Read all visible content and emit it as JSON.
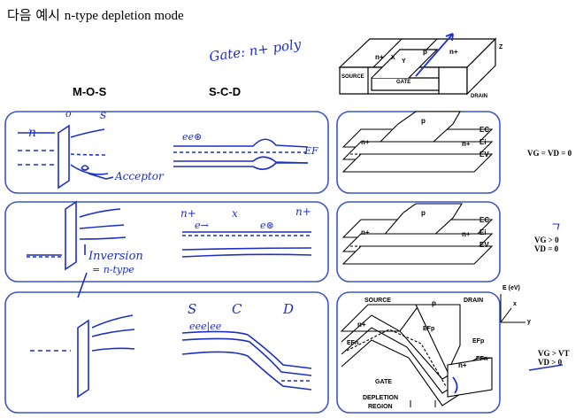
{
  "title": {
    "korean": "다음 예시",
    "english": "n-type depletion mode"
  },
  "headers": {
    "mos": "M-O-S",
    "scd": "S-C-D"
  },
  "annotations": {
    "gate_note": "Gate: n+ poly",
    "row1_n": "n",
    "row1_o": "o",
    "row1_s": "s",
    "row1_ef": "EF",
    "row1_electrons": "ee⊛",
    "row1_acceptor": "Acceptor",
    "row2_inversion": "Inversion",
    "row2_ntype": "= n-type",
    "row2_nplus_left": "n+",
    "row2_p": "x",
    "row2_nplus_right": "n+",
    "row2_e": "e→",
    "row2_estar": "e⊛",
    "row2_right_mark": "ㄱ",
    "row3_s": "S",
    "row3_c": "C",
    "row3_d": "D",
    "row3_electrons": "eee|ee"
  },
  "device": {
    "n_plus_left": "n+",
    "p": "p",
    "n_plus_right": "n+",
    "x": "X",
    "y": "Y",
    "z": "Z",
    "source": "SOURCE",
    "gate": "GATE",
    "drain": "DRAIN"
  },
  "band1": {
    "p": "p",
    "n_left": "n+",
    "n_right": "n+",
    "ec": "EC",
    "ei": "Ei",
    "ev": "EV"
  },
  "band2": {
    "p": "p",
    "n_left": "n+",
    "n_right": "n+",
    "ec": "EC",
    "ei": "Ei",
    "ev": "EV"
  },
  "band3": {
    "source": "SOURCE",
    "p": "p",
    "drain": "DRAIN",
    "n_left": "n+",
    "n_right": "n+",
    "efp_top": "EFp",
    "efp_right": "EFp",
    "efn_left": "EFn",
    "efn_right": "EFn",
    "gate": "GATE",
    "depletion": "DEPLETION",
    "region": "REGION",
    "axis_e": "E (eV)",
    "axis_x": "x",
    "axis_y": "y"
  },
  "conditions": {
    "c1": "VG = VD = 0",
    "c2a": "VG > 0",
    "c2b": "VD = 0",
    "c3a": "VG > VT",
    "c3b": "VD > 0"
  },
  "colors": {
    "ink": "#1c2fc9",
    "frame": "#3a56c8",
    "black": "#000000"
  }
}
